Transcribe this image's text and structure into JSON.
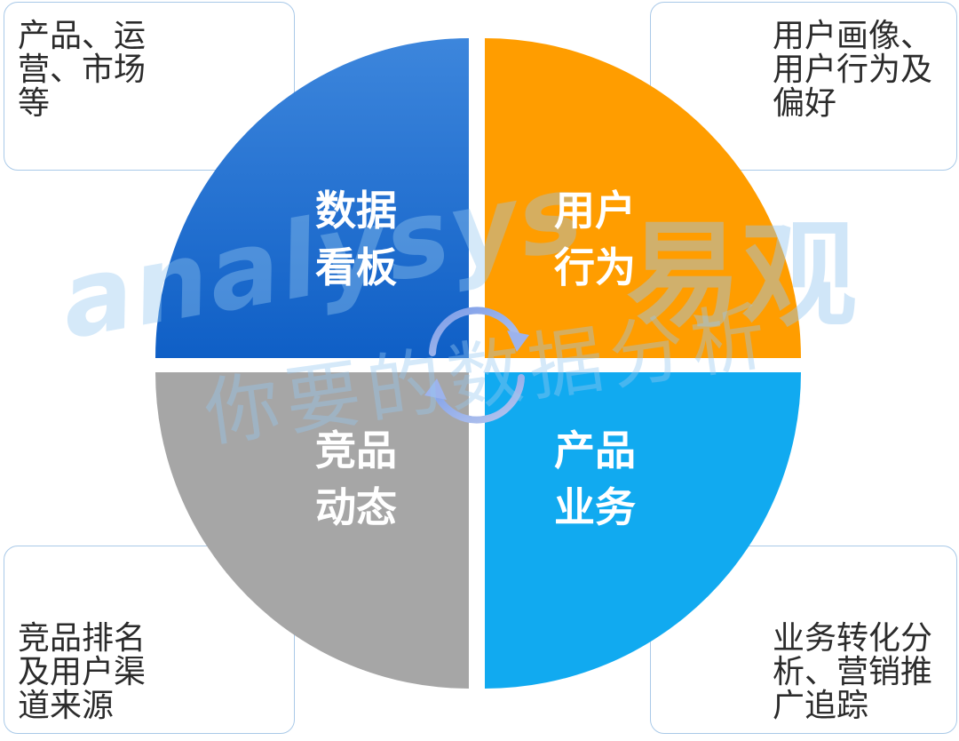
{
  "quadrants": {
    "top_left": {
      "label": "数据\n看板",
      "color": "#1f6fd0"
    },
    "top_right": {
      "label": "用户\n行为",
      "color": "#ff9d00"
    },
    "bottom_left": {
      "label": "竞品\n动态",
      "color": "#a6a6a6"
    },
    "bottom_right": {
      "label": "产品\n业务",
      "color": "#11aaf0"
    }
  },
  "boxes": {
    "top_left": "产品、运\n营、市场\n等",
    "top_right": "用户画像、\n用户行为及\n偏好",
    "bottom_left": "竞品排名\n及用户渠\n道来源",
    "bottom_right": "业务转化分\n析、营销推\n广追踪"
  },
  "watermark": {
    "brand_en": "analysys",
    "brand_cn": "易观",
    "slogan": "你要的数据分析"
  },
  "cycle_icon": "cycle-arrows-icon"
}
